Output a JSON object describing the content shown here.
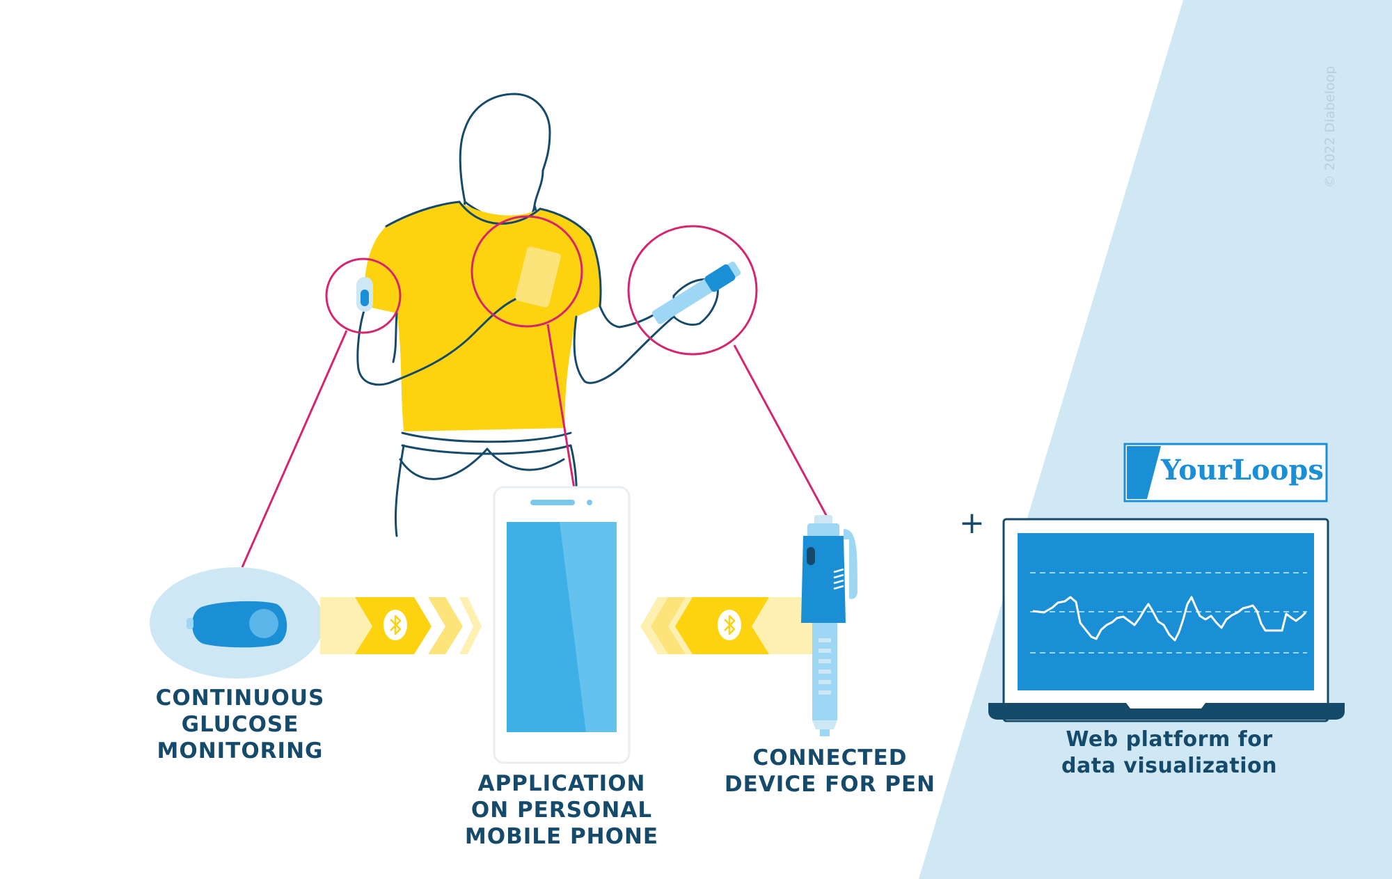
{
  "labels": {
    "cgm": [
      "CONTINUOUS",
      "GLUCOSE",
      "MONITORING"
    ],
    "app": [
      "APPLICATION",
      "ON PERSONAL",
      "MOBILE PHONE"
    ],
    "pen": [
      "CONNECTED",
      "DEVICE FOR PEN"
    ],
    "web": [
      "Web platform for",
      "data visualization"
    ]
  },
  "brand": {
    "name": "YourLoops"
  },
  "copyright": "© 2022 Diabeloop",
  "plus": "+",
  "colors": {
    "navy": "#154a6b",
    "yellow": "#fdd20f",
    "light_yellow": "#fdf0b0",
    "magenta": "#d6246e",
    "blue": "#1b8fd6",
    "light_blue": "#cde8f4",
    "screen_blue": "#65c2ee"
  },
  "icons": {
    "bluetooth": "bluetooth-icon",
    "plus": "plus-icon"
  }
}
